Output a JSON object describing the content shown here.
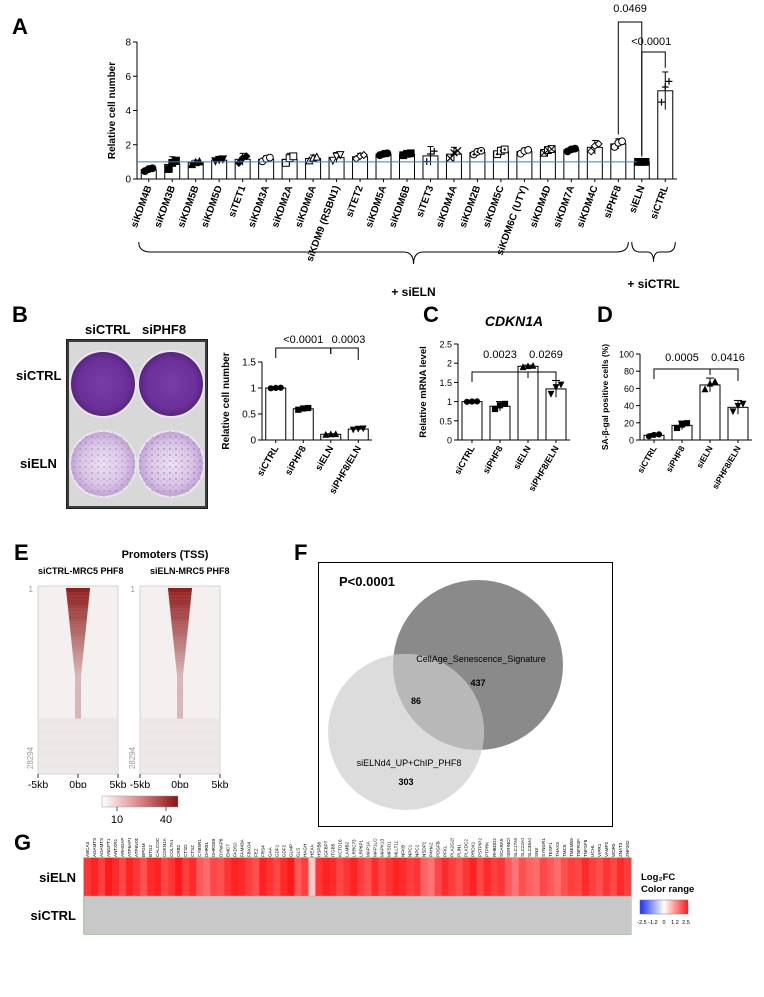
{
  "panels": {
    "a": "A",
    "b": "B",
    "c": "C",
    "d": "D",
    "e": "E",
    "f": "F",
    "g": "G"
  },
  "chart_data": [
    {
      "panel": "A",
      "type": "bar",
      "ylabel": "Relative cell number",
      "ylim": [
        0,
        8
      ],
      "yticks": [
        0,
        2,
        4,
        6,
        8
      ],
      "categories": [
        "siKDM4B",
        "siKDM3B",
        "siKDM5B",
        "siKDM5D",
        "siTET1",
        "siKDM3A",
        "siKDM2A",
        "siKDM6A",
        "siKDM9 (RSBN1)",
        "siTET2",
        "siKDM5A",
        "siKDM6B",
        "siTET3",
        "siKDM4A",
        "siKDM2B",
        "siKDM5C",
        "siKDM6C (UTY)",
        "siKDM4D",
        "siKDM7A",
        "siKDM4C",
        "siPHF8",
        "siELN",
        "siCTRL"
      ],
      "values": [
        0.55,
        0.85,
        0.95,
        1.1,
        1.15,
        1.15,
        1.15,
        1.2,
        1.25,
        1.3,
        1.45,
        1.45,
        1.35,
        1.45,
        1.55,
        1.6,
        1.6,
        1.65,
        1.7,
        1.85,
        2.05,
        1.0,
        5.15
      ],
      "errors": [
        0.15,
        0.45,
        0.15,
        0.1,
        0.35,
        0.2,
        0.35,
        0.2,
        0.3,
        0.2,
        0.1,
        0.1,
        0.55,
        0.4,
        0.2,
        0.25,
        0.2,
        0.2,
        0.15,
        0.4,
        0.3,
        0.0,
        1.1
      ],
      "markers": [
        "circle",
        "square",
        "triangle",
        "inverted-triangle",
        "diamond",
        "circle-open",
        "square-open",
        "triangle-open",
        "inverted-triangle-open",
        "diamond-open",
        "circle",
        "square",
        "plus",
        "x",
        "circle-dot",
        "square-dot",
        "circle-open",
        "square-x",
        "circle",
        "diamond-open",
        "circle-open",
        "square",
        "plus"
      ],
      "reference_line": 1,
      "comparisons": [
        {
          "label": "0.0469"
        },
        {
          "label": "<0.0001"
        }
      ],
      "groups": [
        "+ siELN",
        "+ siCTRL"
      ]
    },
    {
      "panel": "B-plot",
      "type": "bar",
      "ylabel": "Relative cell number",
      "ylim": [
        0,
        1.5
      ],
      "yticks": [
        0.0,
        0.5,
        1.0,
        1.5
      ],
      "categories": [
        "siCTRL",
        "siPHF8",
        "siELN",
        "siPHF8/ELN"
      ],
      "values": [
        1.0,
        0.6,
        0.11,
        0.21
      ],
      "errors": [
        0.01,
        0.03,
        0.01,
        0.02
      ],
      "markers": [
        "circle",
        "square",
        "triangle",
        "inverted-triangle"
      ],
      "comparisons": [
        {
          "label": "<0.0001"
        },
        {
          "label": "0.0003"
        }
      ]
    },
    {
      "panel": "C",
      "type": "bar",
      "title": "CDKN1A",
      "ylabel": "Relative mRNA level",
      "ylim": [
        0,
        2.5
      ],
      "yticks": [
        0.0,
        0.5,
        1.0,
        1.5,
        2.0,
        2.5
      ],
      "categories": [
        "siCTRL",
        "siPHF8",
        "siELN",
        "siPHF8/ELN"
      ],
      "values": [
        1.0,
        0.88,
        1.92,
        1.33
      ],
      "errors": [
        0.01,
        0.12,
        0.03,
        0.22
      ],
      "markers": [
        "circle",
        "square",
        "triangle",
        "inverted-triangle"
      ],
      "comparisons": [
        {
          "label": "0.0023"
        },
        {
          "label": "0.0269"
        }
      ]
    },
    {
      "panel": "D",
      "type": "bar",
      "ylabel": "SA-β-gal positive cells (%)",
      "ylim": [
        0,
        100
      ],
      "yticks": [
        0,
        20,
        40,
        60,
        80,
        100
      ],
      "categories": [
        "siCTRL",
        "siPHF8",
        "siELN",
        "siPHF8/ELN"
      ],
      "values": [
        5.5,
        17,
        64,
        38
      ],
      "errors": [
        2,
        5,
        8,
        8
      ],
      "markers": [
        "circle",
        "square",
        "triangle",
        "inverted-triangle"
      ],
      "comparisons": [
        {
          "label": "0.0005"
        },
        {
          "label": "0.0416"
        }
      ]
    }
  ],
  "panelB": {
    "col1": "siCTRL",
    "col2": "siPHF8",
    "row1": "siCTRL",
    "row2": "siELN"
  },
  "panelE": {
    "title": "Promoters (TSS)",
    "heatmap1": "siCTRL-MRC5 PHF8",
    "heatmap2": "siELN-MRC5 PHF8",
    "row_top": "1",
    "row_bottom": "28294",
    "x_left": "-5kb",
    "x_mid": "0bp",
    "x_right": "5kb",
    "scale_low": "10",
    "scale_high": "40",
    "colors": {
      "low": "#ffffff",
      "high": "#8b1010"
    }
  },
  "panelF": {
    "pvalue": "P<0.0001",
    "set1": {
      "name": "CellAge_Senescence_Signature",
      "count": "437"
    },
    "set2": {
      "name": "siELNd4_UP+ChIP_PHF8",
      "count": "303"
    },
    "overlap": "86",
    "colors": {
      "set1": "#8a8a8a",
      "set2": "#dcdcdc",
      "overlap": "#b8b8b8"
    }
  },
  "panelG": {
    "row1": "siELN",
    "row2": "siCTRL",
    "legend_title1": "Log₂FC",
    "legend_title2": "Color range",
    "scale_labels": [
      "-2.5",
      "-1.2",
      "0",
      "1.2",
      "2.5"
    ],
    "genes": [
      "ABCA3",
      "ADAMTS9",
      "ADAMTS5",
      "ANGPT1",
      "ANTXR1",
      "ARHGAP47",
      "ATP6AP1",
      "ATP6V0D1",
      "BPGM",
      "BTG2",
      "CALCOCO1",
      "CDKN1A",
      "COL7A1",
      "CRB2",
      "CTSD",
      "CTSZ",
      "CYB5R1",
      "DHR81",
      "DHRS89",
      "DYNAP8",
      "EMC7",
      "FADS2",
      "FAM43A",
      "FBXO4",
      "FEZ",
      "FRS4",
      "GAA",
      "GDF1",
      "GDF2",
      "GLMP",
      "GLS",
      "HAGH",
      "HEXA",
      "HSPB8",
      "IGFBP7",
      "ITGB5",
      "KCTD16",
      "LAMB2",
      "LRRC73",
      "LRP6P1",
      "MAP1A",
      "MAP1LC3B",
      "MAPK13",
      "MFSD1",
      "MLLT11",
      "NFKB",
      "NPC1",
      "NPC2",
      "NSDP2",
      "P4HA2",
      "PDGFB",
      "PFKL",
      "PLA2G15",
      "PLIN1",
      "PLXDC2",
      "PRDX1",
      "PSTPIP2",
      "PTPRK",
      "RHBDD2",
      "SCARA5",
      "SERINC5",
      "SLC17A5",
      "SLC22A3",
      "SLC35A2",
      "SNX",
      "SYNGR1",
      "TESP1",
      "THAX3",
      "TMC6",
      "TMEM59",
      "TNFRSF10D",
      "TNFSF8",
      "UCHL",
      "VIPR1",
      "VAMP2",
      "WDR5",
      "ZNAT3",
      "ZNF302"
    ],
    "values": [
      2.2,
      2.4,
      2.1,
      2.5,
      2.3,
      2.0,
      2.4,
      2.2,
      1.9,
      2.3,
      2.4,
      2.0,
      2.2,
      2.5,
      2.1,
      2.3,
      1.8,
      1.6,
      2.0,
      1.9,
      2.2,
      2.4,
      2.3,
      2.1,
      1.9,
      2.4,
      2.2,
      2.0,
      2.3,
      2.5,
      1.8,
      2.1,
      0.6,
      2.2,
      2.4,
      2.3,
      2.0,
      2.2,
      2.4,
      2.1,
      1.9,
      2.3,
      2.0,
      2.2,
      2.4,
      2.3,
      2.1,
      2.2,
      1.7,
      1.5,
      2.0,
      2.3,
      2.1,
      1.9,
      2.2,
      2.4,
      2.0,
      2.3,
      2.1,
      2.2,
      1.8,
      1.5,
      1.9,
      1.7,
      1.6,
      2.0,
      1.8,
      1.6,
      1.9,
      2.1,
      2.0,
      2.3,
      2.1,
      1.9,
      2.2,
      2.0,
      2.3,
      2.1
    ]
  }
}
